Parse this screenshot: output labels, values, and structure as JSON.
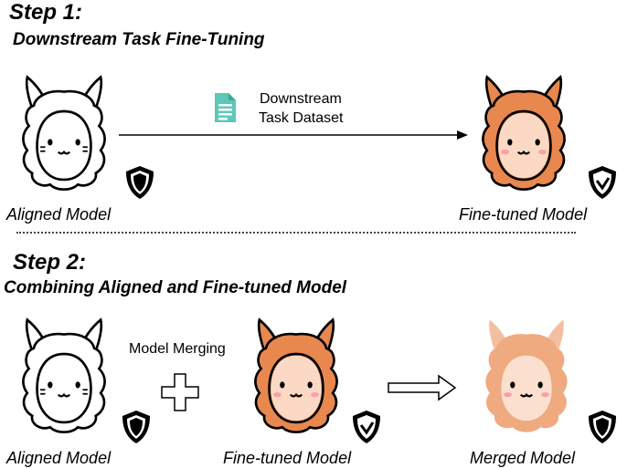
{
  "step1": {
    "title": "Step 1:",
    "subtitle": "Downstream Task Fine-Tuning",
    "dataset_line1": "Downstream",
    "dataset_line2": "Task Dataset",
    "aligned_caption": "Aligned Model",
    "finetuned_caption": "Fine-tuned Model",
    "dataset_icon": "document-icon"
  },
  "step2": {
    "title": "Step 2:",
    "subtitle": "Combining Aligned and Fine-tuned Model",
    "merging_label": "Model Merging",
    "aligned_caption": "Aligned Model",
    "finetuned_caption": "Fine-tuned Model",
    "merged_caption": "Merged Model"
  },
  "colors": {
    "aligned_fill": "#ffffff",
    "finetuned_fill": "#e8884f",
    "face_fill": "#fbd9c4",
    "doc_icon": "#5ec8b8",
    "blush": "#f7a1a8"
  }
}
